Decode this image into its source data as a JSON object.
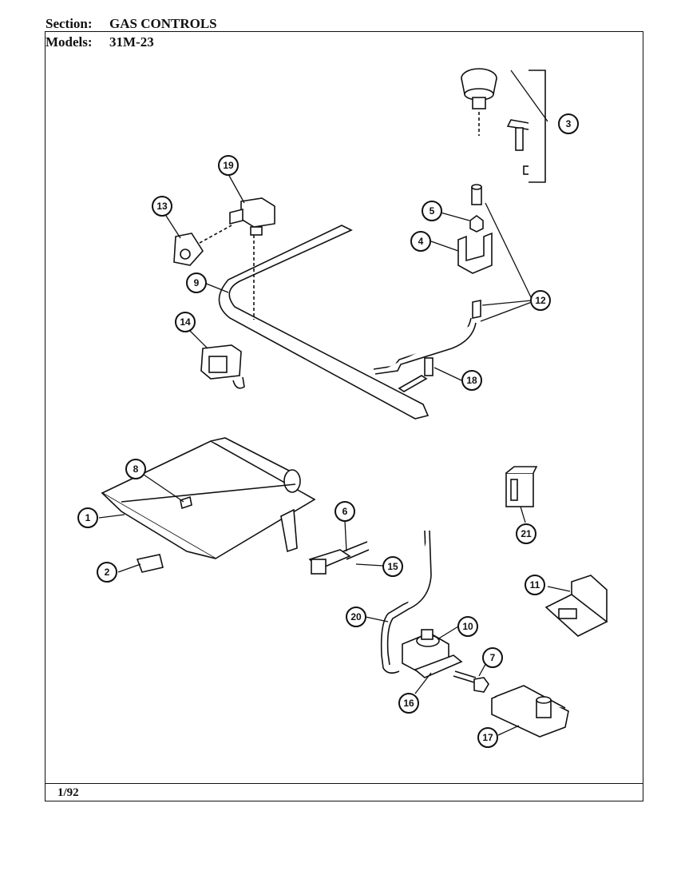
{
  "header": {
    "section_label": "Section:",
    "section_value": "GAS CONTROLS",
    "models_label": "Models:",
    "models_value": "31M-23"
  },
  "footer": {
    "date": "1/92"
  },
  "callouts": [
    {
      "id": "c1",
      "label": "1"
    },
    {
      "id": "c2",
      "label": "2"
    },
    {
      "id": "c3",
      "label": "3"
    },
    {
      "id": "c4",
      "label": "4"
    },
    {
      "id": "c5",
      "label": "5"
    },
    {
      "id": "c6",
      "label": "6"
    },
    {
      "id": "c7",
      "label": "7"
    },
    {
      "id": "c8",
      "label": "8"
    },
    {
      "id": "c9",
      "label": "9"
    },
    {
      "id": "c10",
      "label": "10"
    },
    {
      "id": "c11",
      "label": "11"
    },
    {
      "id": "c12",
      "label": "12"
    },
    {
      "id": "c13",
      "label": "13"
    },
    {
      "id": "c14",
      "label": "14"
    },
    {
      "id": "c15",
      "label": "15"
    },
    {
      "id": "c16",
      "label": "16"
    },
    {
      "id": "c17",
      "label": "17"
    },
    {
      "id": "c18",
      "label": "18"
    },
    {
      "id": "c19",
      "label": "19"
    },
    {
      "id": "c20",
      "label": "20"
    },
    {
      "id": "c21",
      "label": "21"
    }
  ]
}
